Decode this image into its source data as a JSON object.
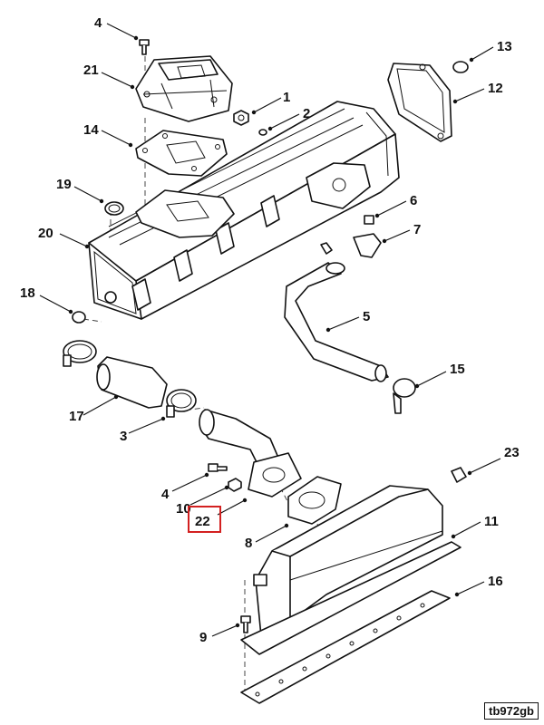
{
  "diagram": {
    "figure_id": "tb972gb",
    "highlight_color": "#d32020",
    "callouts": {
      "c1": "1",
      "c2": "2",
      "c3": "3",
      "c4a": "4",
      "c4b": "4",
      "c5": "5",
      "c6": "6",
      "c7": "7",
      "c8": "8",
      "c9": "9",
      "c10": "10",
      "c11": "11",
      "c12": "12",
      "c13": "13",
      "c14": "14",
      "c15": "15",
      "c16": "16",
      "c17": "17",
      "c18": "18",
      "c19": "19",
      "c20": "20",
      "c21": "21",
      "c22": "22",
      "c23": "23"
    },
    "highlighted_callout": "22"
  }
}
